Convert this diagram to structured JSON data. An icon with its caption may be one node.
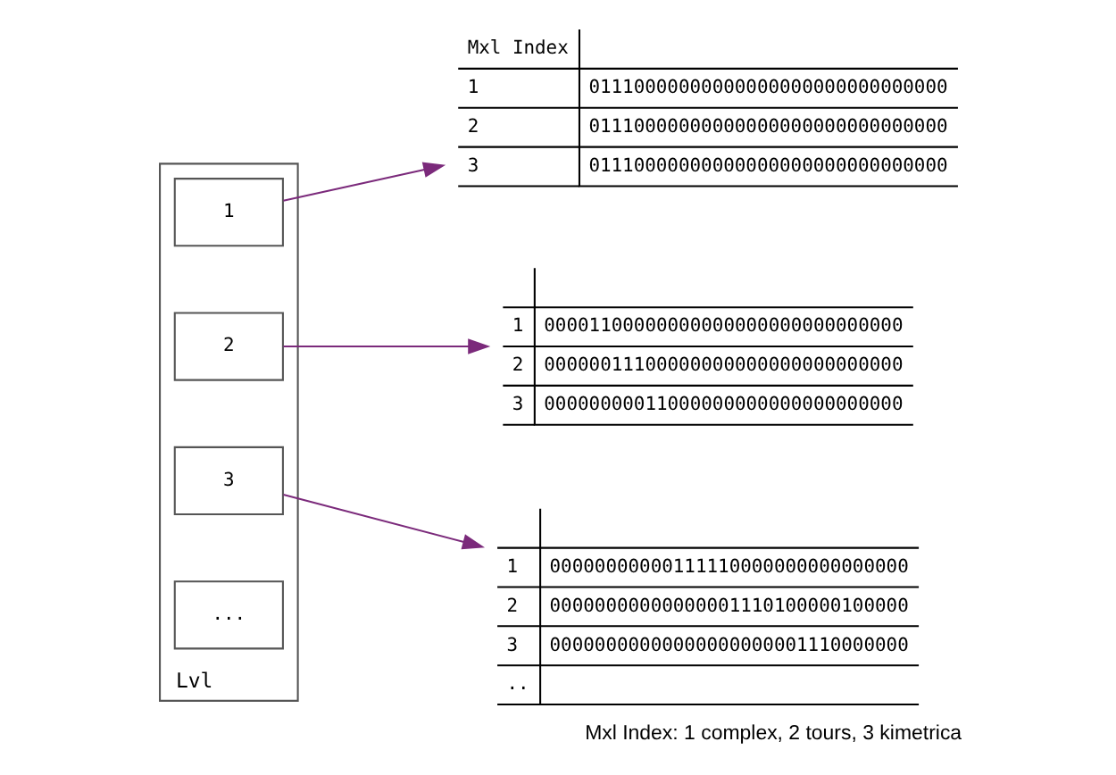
{
  "diagram": {
    "caption": "Mxl Index: 1 complex, 2 tours, 3 kimetrica",
    "nodes": [
      {
        "text": [
          "Lvl"
        ]
      },
      {
        "text": [
          "1"
        ],
        "in": 0
      },
      {
        "text": [
          "2"
        ],
        "in": 0
      },
      {
        "text": [
          "3"
        ],
        "in": 0
      },
      {
        "text": [
          "..."
        ],
        "in": 0
      },
      {
        "text": [
          "Mxl Index",
          "1",
          "01110000000000000000000000000000",
          "2",
          "01110000000000000000000000000000",
          "3",
          "01110000000000000000000000000000"
        ]
      },
      {
        "text": [
          "1",
          "00001100000000000000000000000000",
          "2",
          "00000011100000000000000000000000",
          "3",
          "00000000011000000000000000000000"
        ]
      },
      {
        "text": [
          "1",
          "00000000000111110000000000000000",
          "2",
          "00000000000000001110100000100000",
          "3",
          "00000000000000000000001110000000",
          ".."
        ]
      }
    ],
    "edges": [
      {
        "from": 1,
        "to": 5,
        "arrow": "to",
        "color": "#7b2a7b"
      },
      {
        "from": 2,
        "to": 6,
        "arrow": "to",
        "color": "#7b2a7b"
      },
      {
        "from": 3,
        "to": 7,
        "arrow": "to",
        "color": "#7b2a7b"
      }
    ]
  }
}
